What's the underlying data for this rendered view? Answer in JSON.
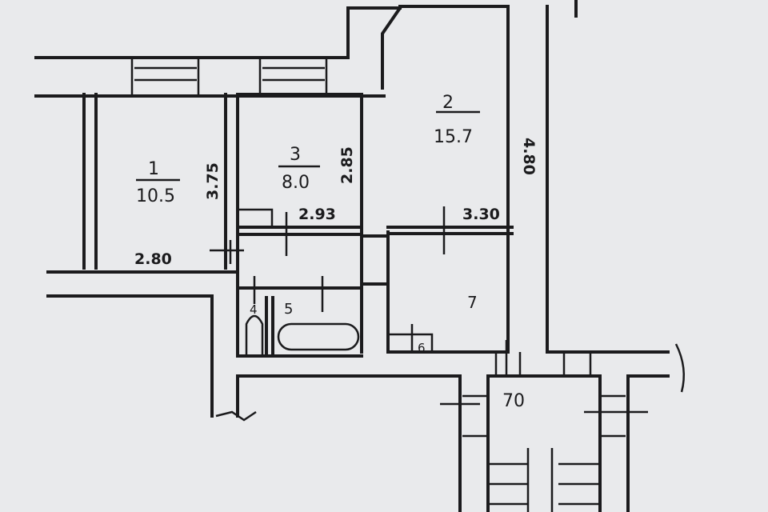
{
  "rooms": [
    {
      "number": "1",
      "area": "10.5",
      "height_dim": "3.75",
      "width_dim": "2.80"
    },
    {
      "number": "2",
      "area": "15.7",
      "height_dim": "4.80",
      "width_dim": "3.30"
    },
    {
      "number": "3",
      "area": "8.0",
      "height_dim": "2.85",
      "width_dim": "2.93"
    }
  ],
  "small_rooms": [
    "4",
    "5",
    "6",
    "7"
  ],
  "stair_label": "70"
}
